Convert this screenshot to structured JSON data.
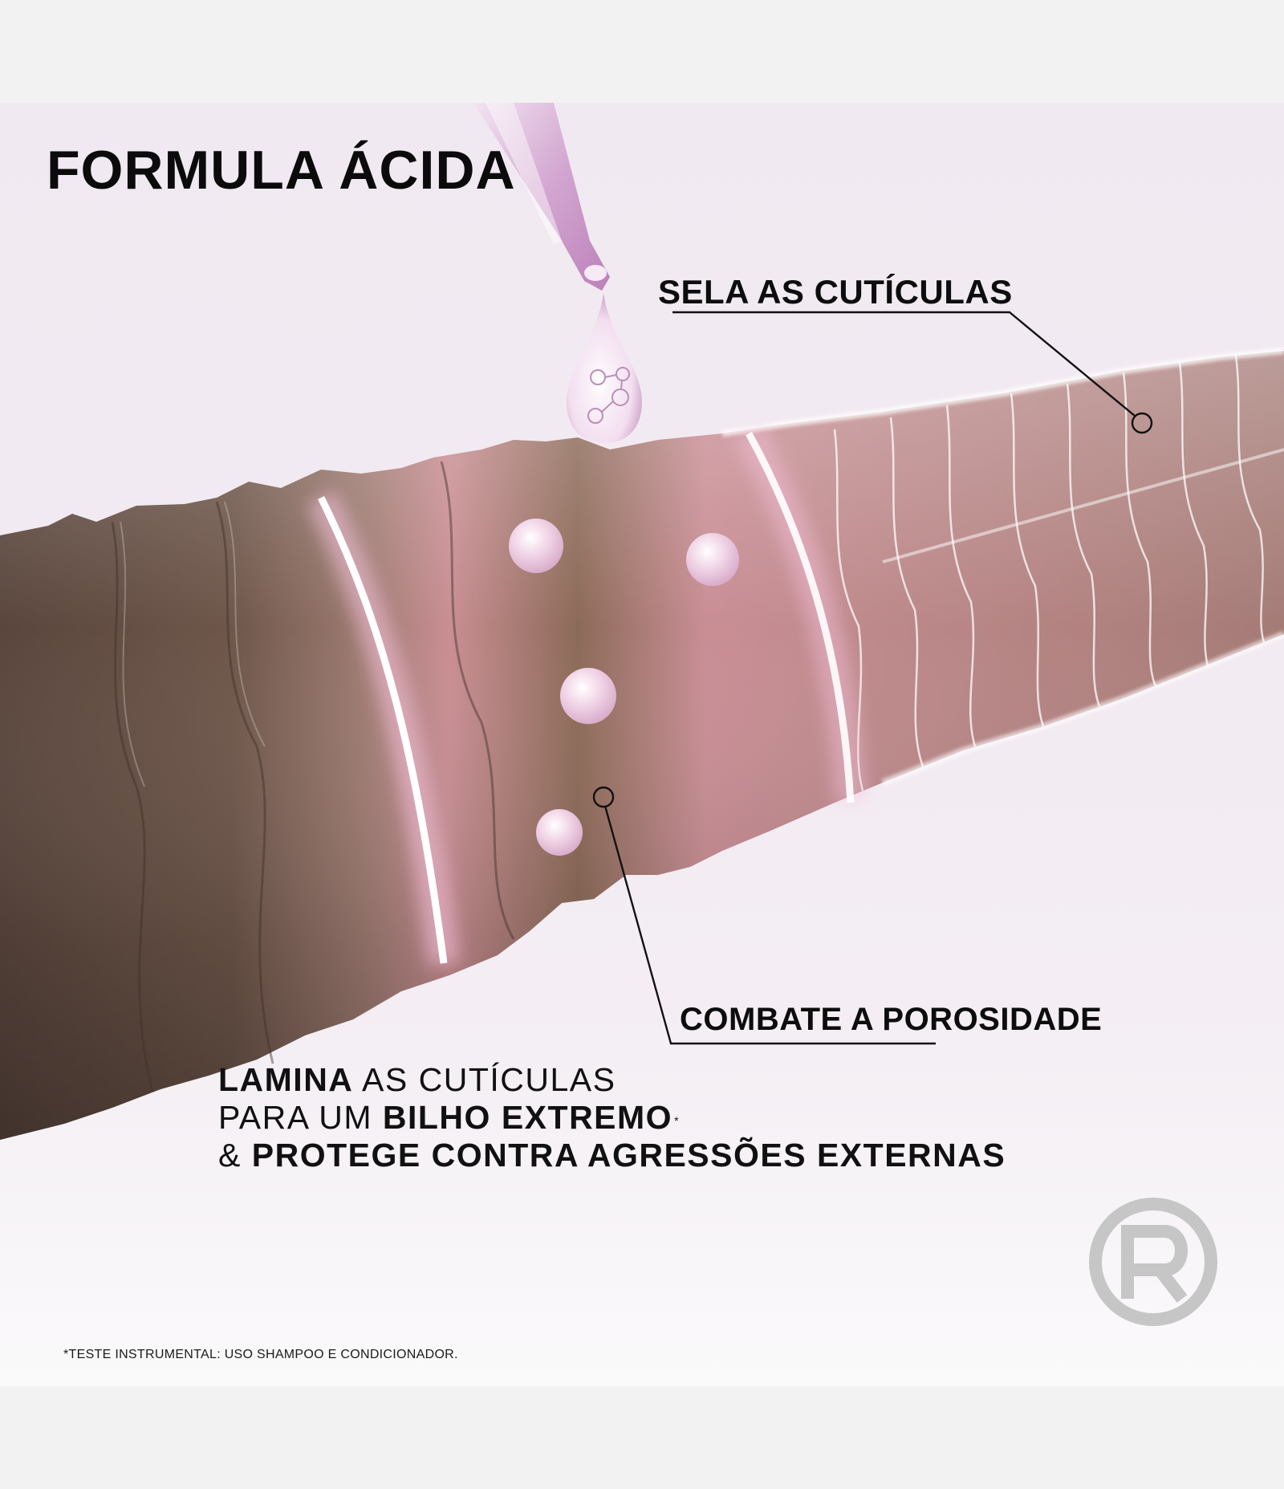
{
  "headline": "FORMULA ÁCIDA",
  "callouts": {
    "sela": "SELA AS CUTÍCULAS",
    "combate": "COMBATE A POROSIDADE"
  },
  "claim": {
    "line1_bold": "LAMINA",
    "line1_regular": " AS CUTÍCULAS",
    "line2_regular": "PARA UM ",
    "line2_bold": "BILHO EXTREMO",
    "line2_asterisk": "*",
    "line3_regular": "& ",
    "line3_bold": "PROTEGE CONTRA AGRESSÕES EXTERNAS"
  },
  "footnote": "*TESTE INSTRUMENTAL: USO SHAMPOO E CONDICIONADOR.",
  "brand": {
    "logo": "loreal-r-circle-logo",
    "logo_color": "#c6c6c6"
  },
  "illustration": {
    "subject": "hair-fiber-with-acid-formula-dropper",
    "elements": [
      "dropper",
      "droplet-with-molecules",
      "hair-fiber",
      "sealing-rings",
      "pearl-beads"
    ],
    "colors": {
      "background": "#f1e9f1",
      "fiber_dark": "#5a463d",
      "fiber_mid": "#8a6a5e",
      "fiber_pink": "#c98e93",
      "fiber_right": "#a87c77",
      "ring_glow": "#ffffff",
      "pearl": "#f0d3e6",
      "dropper": "#c99ac8"
    }
  }
}
